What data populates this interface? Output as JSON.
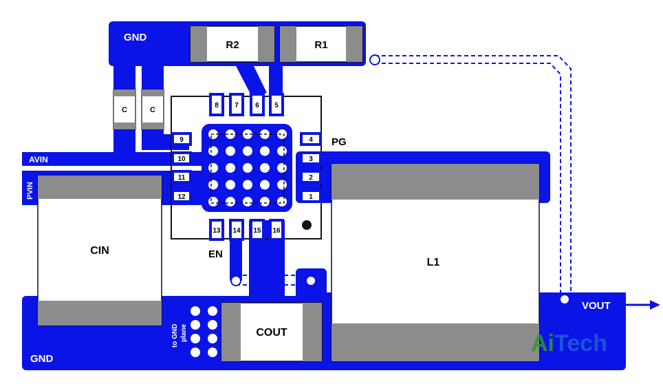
{
  "colors": {
    "copper": "#0a14e6",
    "pad_gray": "#8c8c8c",
    "component_body": "#ffffff",
    "outline": "#111111",
    "via_fill": "#ffffff",
    "watermark_green": "#2e9a2a",
    "watermark_blue": "#1e5fd6"
  },
  "nets": {
    "gnd_top": "GND",
    "gnd_bottom": "GND",
    "avin": "AVIN",
    "pvin": "PVIN",
    "vout": "VOUT",
    "pg": "PG",
    "en": "EN"
  },
  "components": {
    "r1": "R1",
    "r2": "R2",
    "c_left": "C",
    "c_right": "C",
    "cin": "CIN",
    "cout": "COUT",
    "l1": "L1"
  },
  "ic_pins": {
    "top": [
      "8",
      "7",
      "6",
      "5"
    ],
    "left": [
      "9",
      "10",
      "11",
      "12"
    ],
    "right": [
      "4",
      "3",
      "2",
      "1"
    ],
    "bottom": [
      "13",
      "14",
      "15",
      "16"
    ]
  },
  "notes": {
    "gnd_plane_line1": "to GND",
    "gnd_plane_line2": "plane"
  },
  "watermark": {
    "part1": "Ai",
    "part2": "Tech"
  }
}
